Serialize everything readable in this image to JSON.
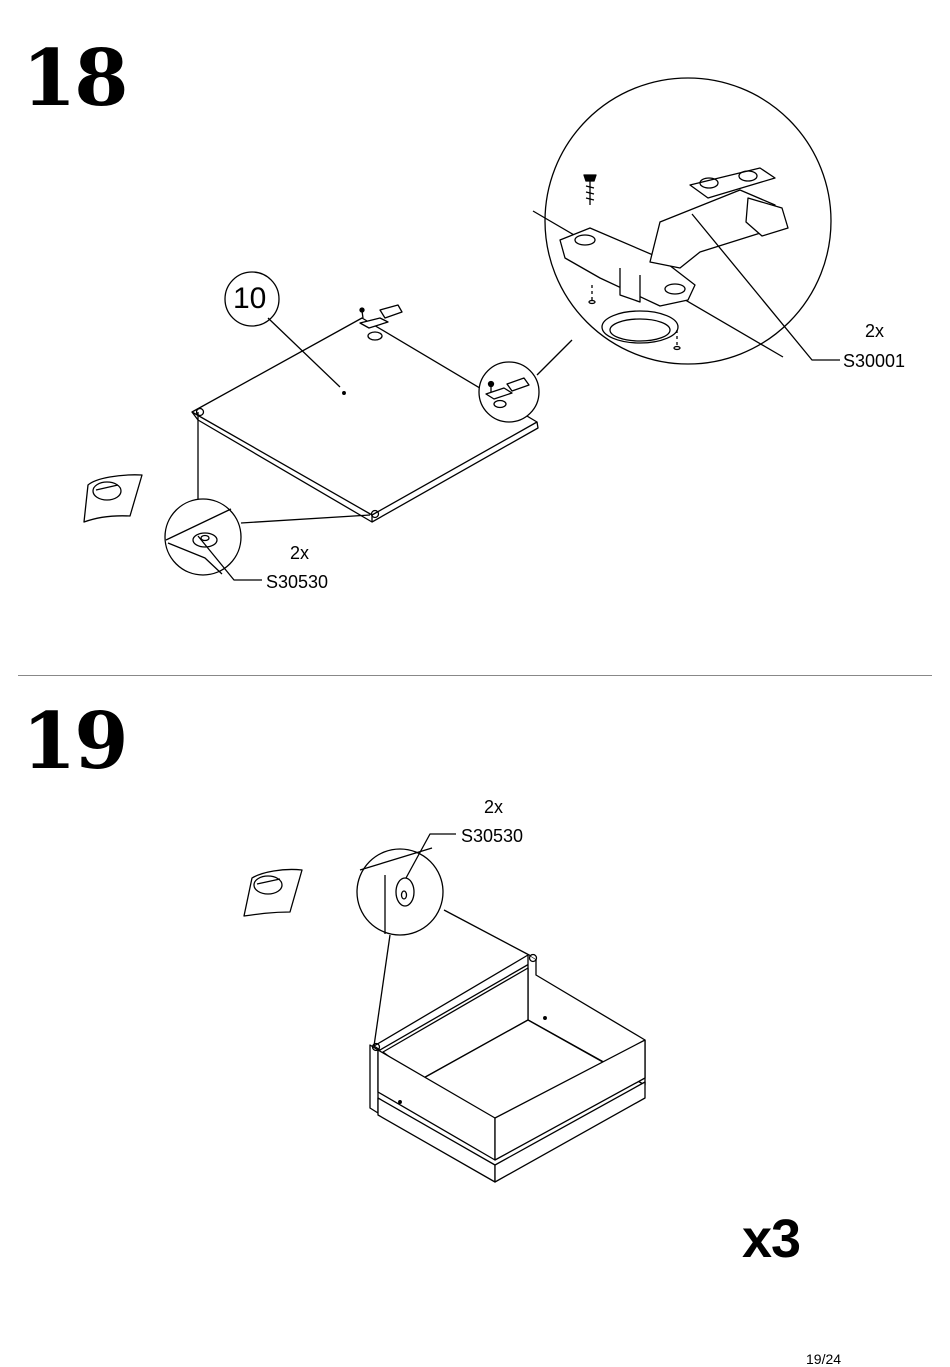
{
  "step18": {
    "number": "18",
    "part_number": "10",
    "hinge": {
      "qty": "2x",
      "code": "S30001"
    },
    "bumper": {
      "qty": "2x",
      "code": "S30530"
    }
  },
  "step19": {
    "number": "19",
    "bumper": {
      "qty": "2x",
      "code": "S30530"
    },
    "multiplier": "x3"
  },
  "page": {
    "number": "19/24"
  }
}
